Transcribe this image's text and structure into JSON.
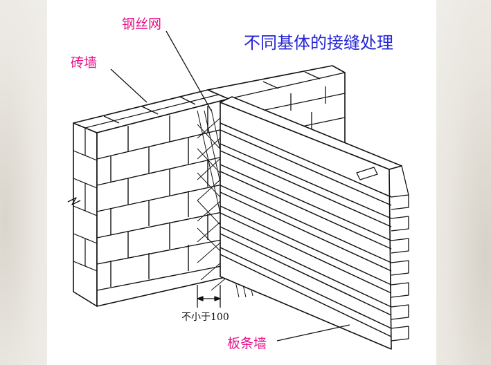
{
  "title": "不同基体的接缝处理",
  "labels": {
    "mesh": "钢丝网",
    "brick_wall": "砖墙",
    "dimension": "不小于100",
    "panel_wall": "板条墙"
  },
  "colors": {
    "label_pink": "#e8118a",
    "title_blue": "#2525d8",
    "line": "#111111"
  }
}
